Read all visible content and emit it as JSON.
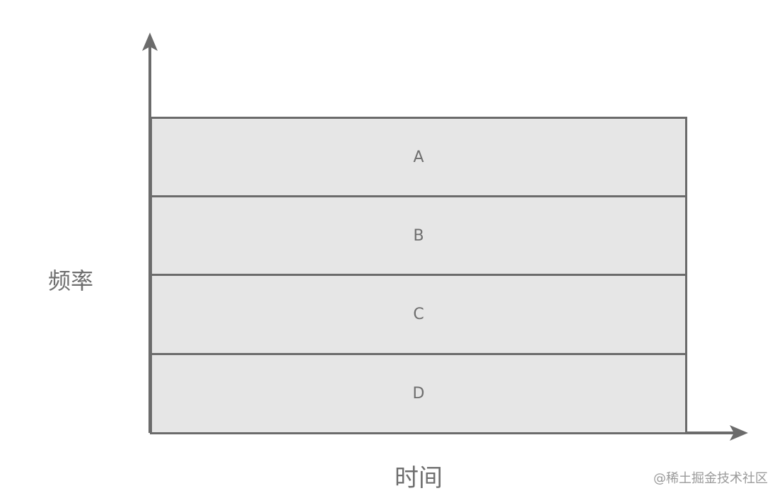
{
  "diagram": {
    "y_axis_label": "频率",
    "x_axis_label": "时间",
    "bands": [
      {
        "label": "A"
      },
      {
        "label": "B"
      },
      {
        "label": "C"
      },
      {
        "label": "D"
      }
    ],
    "colors": {
      "band_fill": "#e6e6e6",
      "stroke": "#6b6b6b",
      "text": "#6e6e6e"
    }
  },
  "watermark": "@稀土掘金技术社区"
}
